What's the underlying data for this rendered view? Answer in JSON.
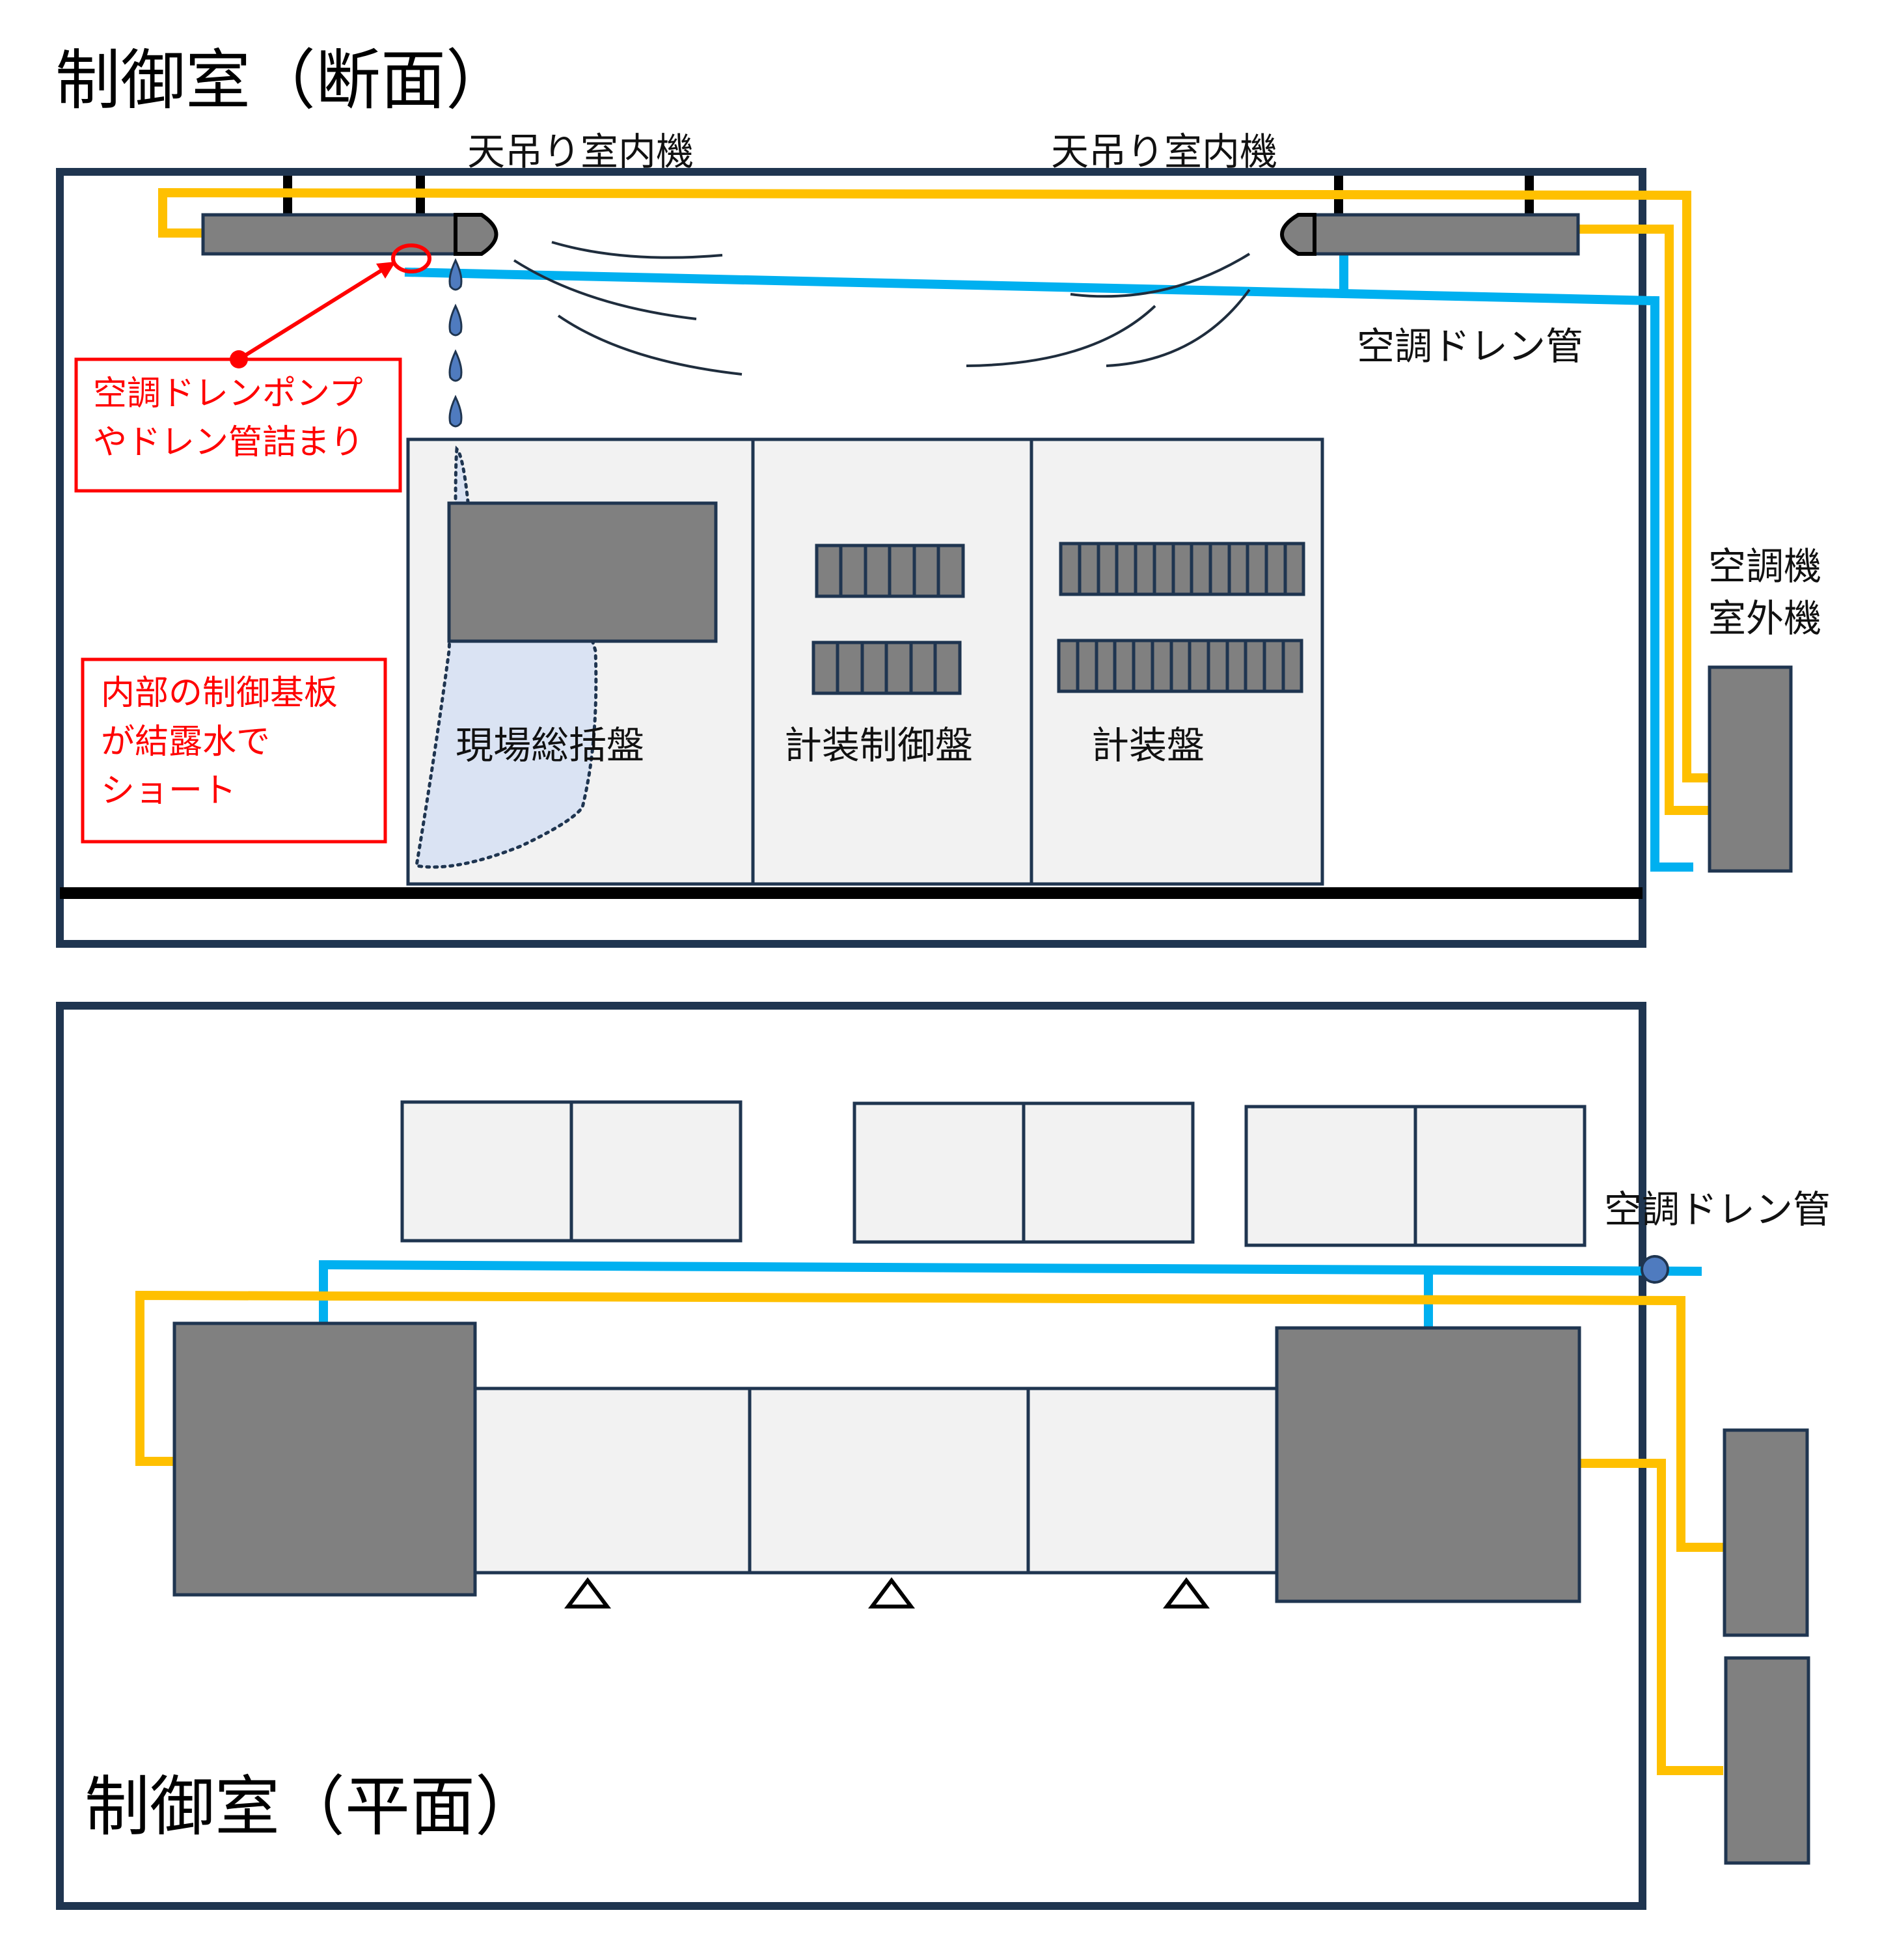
{
  "section_view": {
    "title": "制御室（断面）",
    "indoor_unit_label_left": "天吊り室内機",
    "indoor_unit_label_right": "天吊り室内機",
    "drain_pipe_label": "空調ドレン管",
    "outdoor_unit_label_line1": "空調機",
    "outdoor_unit_label_line2": "室外機",
    "panel_1_label": "現場総括盤",
    "panel_2_label": "計装制御盤",
    "panel_3_label": "計装盤",
    "note_drain": {
      "line1": "空調ドレンポンプ",
      "line2": "やドレン管詰まり"
    },
    "note_short": {
      "line1": "内部の制御基板",
      "line2": "が結露水で",
      "line3": "ショート"
    }
  },
  "plan_view": {
    "title": "制御室（平面）",
    "drain_pipe_label": "空調ドレン管"
  },
  "colors": {
    "wall": "#1f3550",
    "refrigerant_pipe": "#ffc000",
    "drain_pipe": "#00b0f0",
    "unit_fill": "#808080",
    "panel_fill": "#f2f2f2",
    "annotation_red": "#ff0000",
    "water_drop": "#4f7bbf",
    "leak_area": "#dae3f3"
  }
}
